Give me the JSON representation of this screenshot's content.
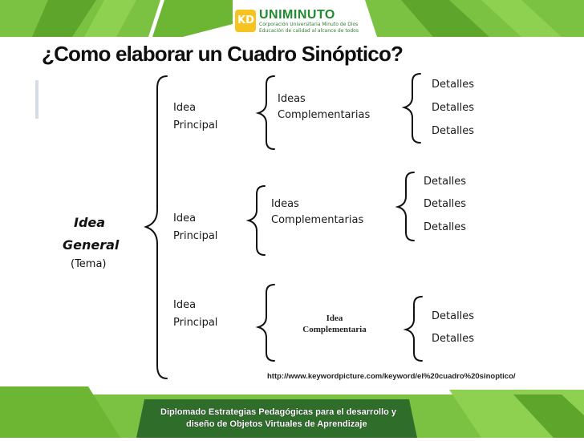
{
  "header": {
    "logo": {
      "mark": "KD",
      "name": "UNIMINUTO",
      "sub1": "Corporación Universitaria Minuto de Dios",
      "sub2": "Educación de calidad al alcance de todos"
    }
  },
  "title": "¿Como elaborar un Cuadro Sinóptico?",
  "diagram": {
    "general": {
      "line1": "Idea",
      "line2": "General",
      "tema": "(Tema)"
    },
    "branches": [
      {
        "main1": "Idea",
        "main2": "Principal",
        "sub1": "Ideas",
        "sub2": "Complementarias",
        "details": [
          "Detalles",
          "Detalles",
          "Detalles"
        ]
      },
      {
        "main1": "Idea",
        "main2": "Principal",
        "sub1": "Ideas",
        "sub2": "Complementarias",
        "details": [
          "Detalles",
          "Detalles",
          "Detalles"
        ]
      },
      {
        "main1": "Idea",
        "main2": "Principal",
        "sub1": "Idea",
        "sub2": "Complementaria",
        "details": [
          "Detalles",
          "Detalles"
        ]
      }
    ]
  },
  "source_url": "http://www.keywordpicture.com/keyword/el%20cuadro%20sinoptico/",
  "footer": {
    "line1": "Diplomado  Estrategias Pedagógicas para el desarrollo y",
    "line2": "diseño de Objetos Virtuales de Aprendizaje"
  },
  "colors": {
    "accent_green": "#7cc242",
    "dark_green": "#1f8a2e",
    "logo_yellow": "#f6c321"
  }
}
